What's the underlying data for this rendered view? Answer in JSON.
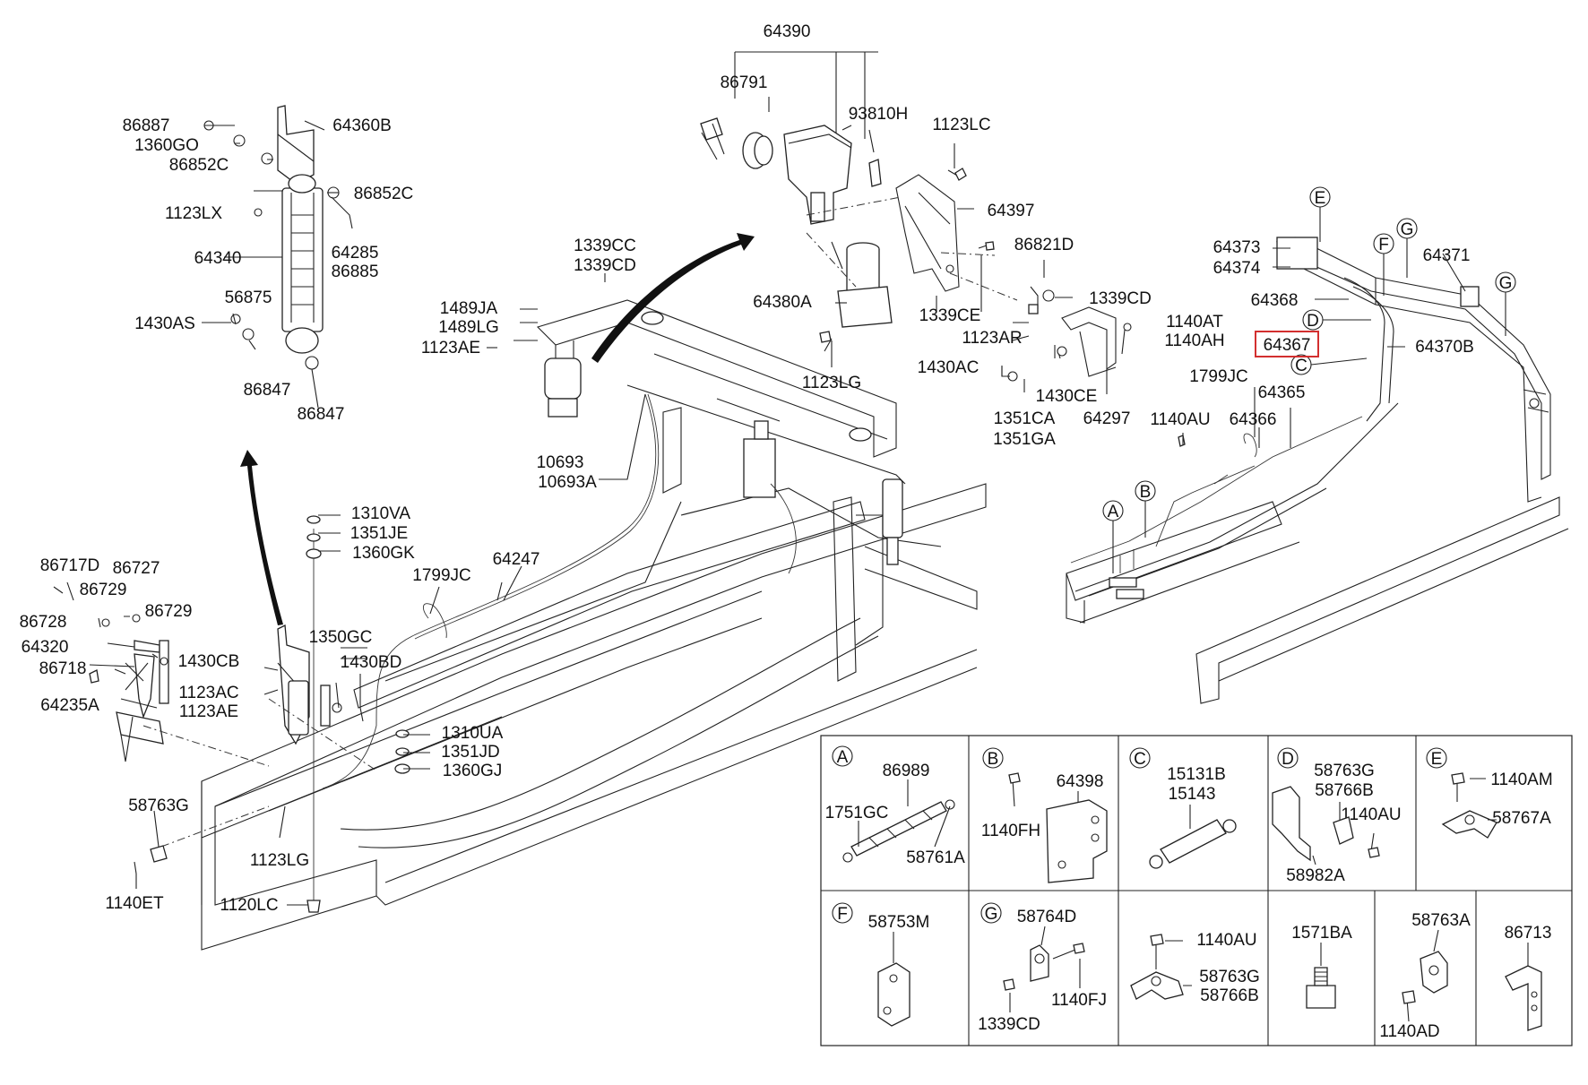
{
  "main_labels": [
    {
      "id": "l0",
      "text": "64390"
    },
    {
      "id": "l1",
      "text": "86791"
    },
    {
      "id": "l2",
      "text": "93810H"
    },
    {
      "id": "l3",
      "text": "1123LC"
    },
    {
      "id": "l4",
      "text": "64397"
    },
    {
      "id": "l5",
      "text": "86821D"
    },
    {
      "id": "l6",
      "text": "1339CD"
    },
    {
      "id": "l7",
      "text": "64380A"
    },
    {
      "id": "l8",
      "text": "1339CE"
    },
    {
      "id": "l9",
      "text": "1123AR"
    },
    {
      "id": "l10",
      "text": "1140AT"
    },
    {
      "id": "l11",
      "text": "1140AH"
    },
    {
      "id": "l12",
      "text": "1123LG"
    },
    {
      "id": "l13",
      "text": "1430AC"
    },
    {
      "id": "l14",
      "text": "1430CE"
    },
    {
      "id": "l15",
      "text": "64297"
    },
    {
      "id": "l16",
      "text": "1351CA"
    },
    {
      "id": "l17",
      "text": "1351GA"
    },
    {
      "id": "l18",
      "text": "1339CC"
    },
    {
      "id": "l19",
      "text": "1339CD"
    },
    {
      "id": "l20",
      "text": "1489JA"
    },
    {
      "id": "l21",
      "text": "1489LG"
    },
    {
      "id": "l22",
      "text": "1123AE"
    },
    {
      "id": "l23",
      "text": "10693"
    },
    {
      "id": "l24",
      "text": "10693A"
    },
    {
      "id": "l25",
      "text": "64247"
    },
    {
      "id": "l26",
      "text": "1799JC"
    },
    {
      "id": "l27",
      "text": "86887"
    },
    {
      "id": "l28",
      "text": "1360GO"
    },
    {
      "id": "l29",
      "text": "86852C"
    },
    {
      "id": "l30",
      "text": "64360B"
    },
    {
      "id": "l31",
      "text": "1123LX"
    },
    {
      "id": "l32",
      "text": "86852C"
    },
    {
      "id": "l33",
      "text": "64340"
    },
    {
      "id": "l34",
      "text": "64285"
    },
    {
      "id": "l35",
      "text": "86885"
    },
    {
      "id": "l36",
      "text": "56875"
    },
    {
      "id": "l37",
      "text": "1430AS"
    },
    {
      "id": "l38",
      "text": "86847"
    },
    {
      "id": "l39",
      "text": "86847"
    },
    {
      "id": "l40",
      "text": "1310VA"
    },
    {
      "id": "l41",
      "text": "1351JE"
    },
    {
      "id": "l42",
      "text": "1360GK"
    },
    {
      "id": "l43",
      "text": "86717D"
    },
    {
      "id": "l44",
      "text": "86727"
    },
    {
      "id": "l45",
      "text": "86729"
    },
    {
      "id": "l46",
      "text": "86729"
    },
    {
      "id": "l47",
      "text": "86728"
    },
    {
      "id": "l48",
      "text": "64320"
    },
    {
      "id": "l49",
      "text": "1430CB"
    },
    {
      "id": "l50",
      "text": "86718"
    },
    {
      "id": "l51",
      "text": "1123AC"
    },
    {
      "id": "l52",
      "text": "1123AE"
    },
    {
      "id": "l53",
      "text": "64235A"
    },
    {
      "id": "l54",
      "text": "1350GC"
    },
    {
      "id": "l55",
      "text": "1430BD"
    },
    {
      "id": "l56",
      "text": "1310UA"
    },
    {
      "id": "l57",
      "text": "1351JD"
    },
    {
      "id": "l58",
      "text": "1360GJ"
    },
    {
      "id": "l59",
      "text": "58763G"
    },
    {
      "id": "l60",
      "text": "1123LG"
    },
    {
      "id": "l61",
      "text": "1140ET"
    },
    {
      "id": "l62",
      "text": "1120LC"
    },
    {
      "id": "l63",
      "text": "64373"
    },
    {
      "id": "l64",
      "text": "64374"
    },
    {
      "id": "l65",
      "text": "64371"
    },
    {
      "id": "l66",
      "text": "64368"
    },
    {
      "id": "l67",
      "text": "64370B"
    },
    {
      "id": "l68",
      "text": "1799JC"
    },
    {
      "id": "l69",
      "text": "64365"
    },
    {
      "id": "l70",
      "text": "1140AU"
    },
    {
      "id": "l71",
      "text": "64366"
    }
  ],
  "highlighted_label": {
    "text": "64367"
  },
  "callout_letters": [
    {
      "id": "c0",
      "text": "E"
    },
    {
      "id": "c1",
      "text": "G"
    },
    {
      "id": "c2",
      "text": "F"
    },
    {
      "id": "c3",
      "text": "G"
    },
    {
      "id": "c4",
      "text": "D"
    },
    {
      "id": "c5",
      "text": "C"
    },
    {
      "id": "c6",
      "text": "A"
    },
    {
      "id": "c7",
      "text": "B"
    }
  ],
  "legend_cells": [
    {
      "id": "A",
      "letter": "A",
      "labels": [
        "86989",
        "1751GC",
        "58761A"
      ]
    },
    {
      "id": "B",
      "letter": "B",
      "labels": [
        "64398",
        "1140FH"
      ]
    },
    {
      "id": "C",
      "letter": "C",
      "labels": [
        "15131B",
        "15143"
      ]
    },
    {
      "id": "D",
      "letter": "D",
      "labels": [
        "58763G",
        "58766B",
        "1140AU",
        "58982A"
      ]
    },
    {
      "id": "E",
      "letter": "E",
      "labels": [
        "1140AM",
        "58767A"
      ]
    },
    {
      "id": "F",
      "letter": "F",
      "labels": [
        "58753M"
      ]
    },
    {
      "id": "G",
      "letter": "G",
      "labels": [
        "58764D",
        "1140FJ",
        "1339CD"
      ]
    },
    {
      "id": "H",
      "letter": "",
      "labels": [
        "1140AU",
        "58763G",
        "58766B"
      ]
    },
    {
      "id": "I",
      "letter": "",
      "labels": [
        "1571BA"
      ]
    },
    {
      "id": "J",
      "letter": "",
      "labels": [
        "58763A",
        "1140AD"
      ]
    },
    {
      "id": "K",
      "letter": "",
      "labels": [
        "86713"
      ]
    }
  ],
  "colors": {
    "line": "#222222",
    "highlight": "#d32f2f",
    "background": "#ffffff"
  }
}
